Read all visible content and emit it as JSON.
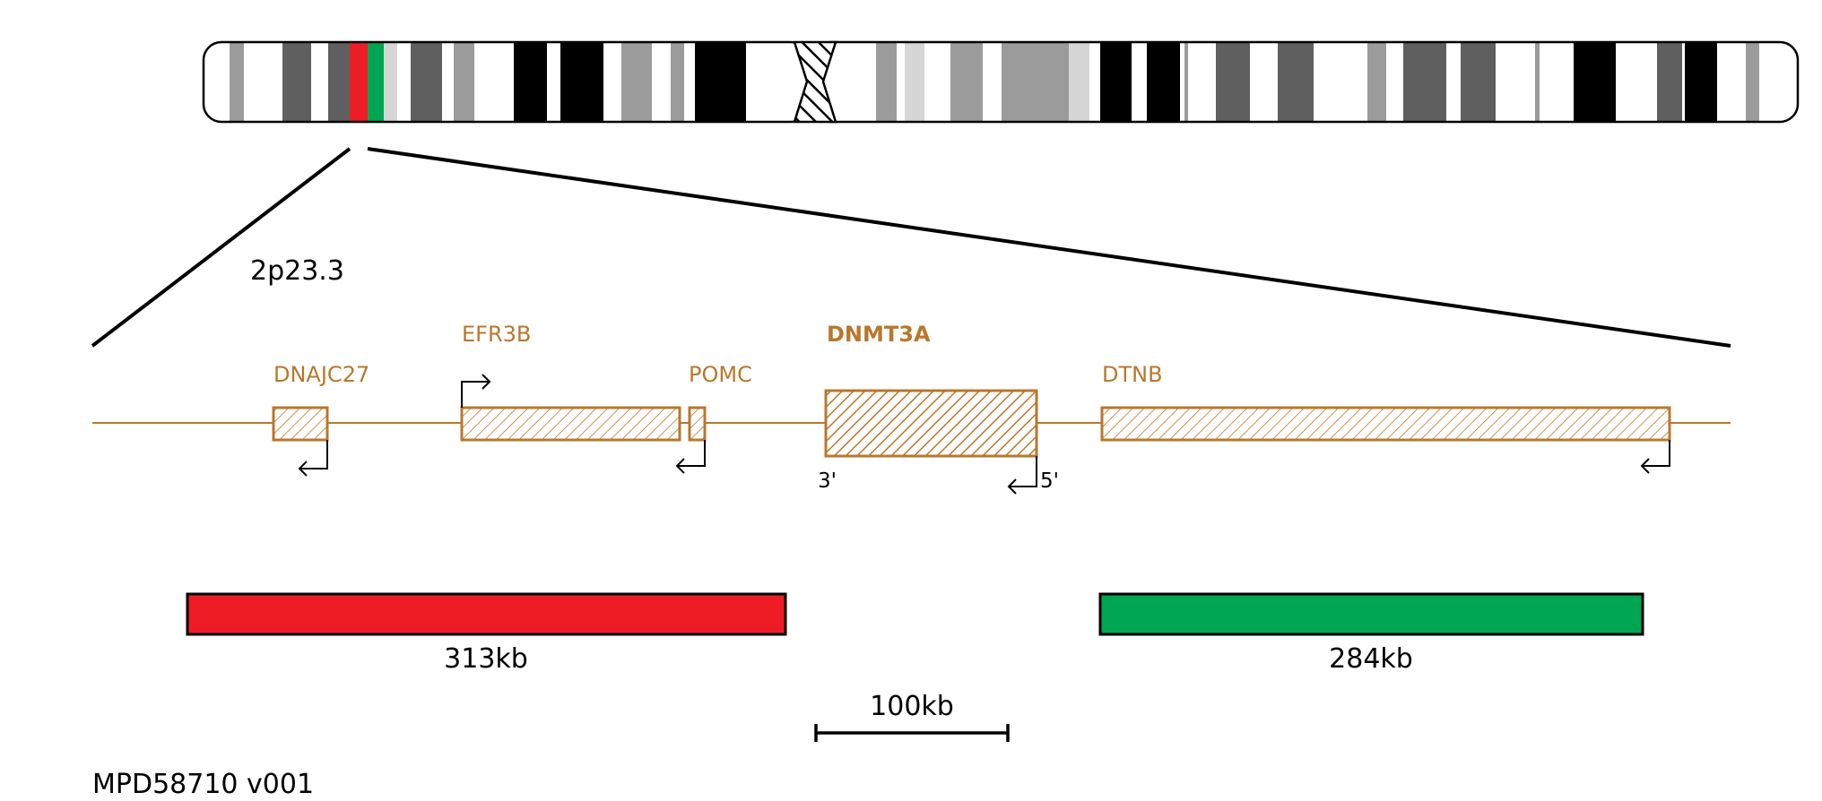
{
  "chromosome": {
    "band_colors": {
      "white": "#ffffff",
      "gpos25": "#d6d6d6",
      "gpos50": "#9b9b9b",
      "gpos75": "#5f5f5f",
      "gpos100": "#000000",
      "highlight_red": "#ee1c25",
      "highlight_green": "#00a651"
    },
    "centromere": "hatched"
  },
  "region_label": "2p23.3",
  "gene_color": "#b8782d",
  "genes": [
    {
      "name": "DNAJC27",
      "strand": "-",
      "emphasis": false
    },
    {
      "name": "EFR3B",
      "strand": "+",
      "emphasis": false
    },
    {
      "name": "POMC",
      "strand": "-",
      "emphasis": false
    },
    {
      "name": "DNMT3A",
      "strand": "-",
      "emphasis": true,
      "end_3": "3'",
      "end_5": "5'"
    },
    {
      "name": "DTNB",
      "strand": "-",
      "emphasis": false
    }
  ],
  "segments": [
    {
      "label": "313kb",
      "color": "#ee1c25"
    },
    {
      "label": "284kb",
      "color": "#00a651"
    }
  ],
  "scale_bar": {
    "label": "100kb"
  },
  "footer": "MPD58710 v001"
}
